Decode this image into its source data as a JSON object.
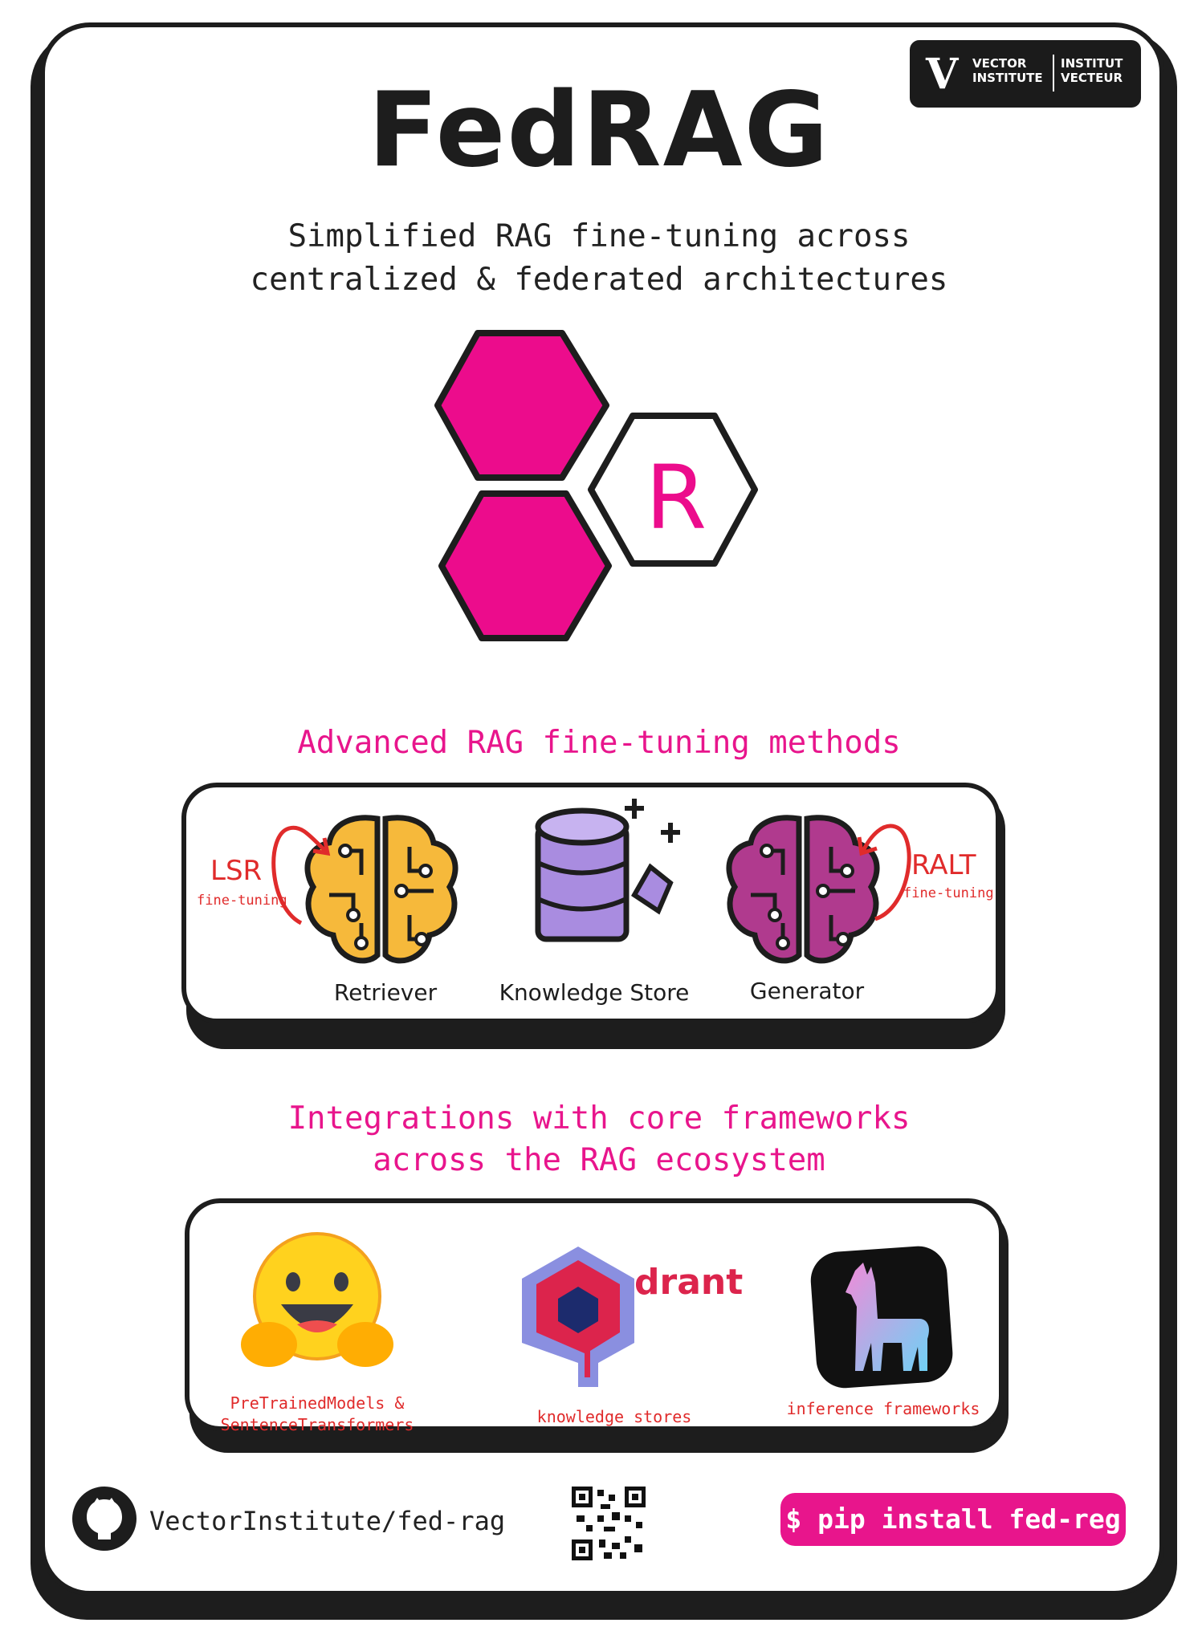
{
  "header": {
    "title": "FedRAG",
    "subtitle_line1": "Simplified RAG fine-tuning across",
    "subtitle_line2": "centralized & federated architectures",
    "badge_line1a": "VECTOR",
    "badge_line1b": "INSTITUTE",
    "badge_line2a": "INSTITUT",
    "badge_line2b": "VECTEUR",
    "logo_letter": "R"
  },
  "methods": {
    "heading": "Advanced RAG fine-tuning methods",
    "retriever_label": "Retriever",
    "store_label": "Knowledge Store",
    "generator_label": "Generator",
    "lsr": "LSR",
    "lsr_sub": "fine-tuning",
    "ralt": "RALT",
    "ralt_sub": "fine-tuning"
  },
  "integrations": {
    "heading_line1": "Integrations with core frameworks",
    "heading_line2": "across the RAG ecosystem",
    "hf_label_line1": "PreTrainedModels &",
    "hf_label_line2": "SentenceTransformers",
    "qdrant_word": "drant",
    "qdrant_label": "knowledge stores",
    "llama_label": "inference frameworks"
  },
  "footer": {
    "github_text": "VectorInstitute/fed-rag",
    "install_cmd": "$ pip install fed-reg"
  },
  "colors": {
    "accent": "#e8158c",
    "red": "#e02b2b",
    "ink": "#1d1d1d",
    "retriever_brain": "#f6b93b",
    "generator_brain": "#b03a8e",
    "store_purple": "#a98ce0"
  }
}
